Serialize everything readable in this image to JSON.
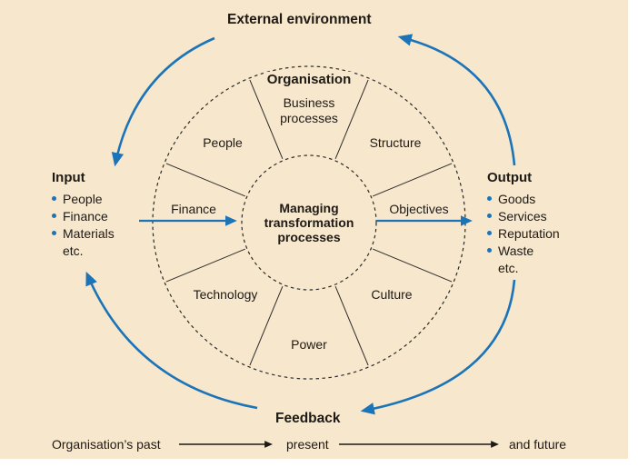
{
  "colors": {
    "background": "#F7E7CC",
    "arrow_blue": "#1B74B8",
    "line_dark": "#2b2b2b",
    "text": "#1e1a16"
  },
  "external_environment_label": "External environment",
  "feedback_label": "Feedback",
  "input": {
    "title": "Input",
    "items": [
      "People",
      "Finance",
      "Materials"
    ],
    "etc": "etc."
  },
  "output": {
    "title": "Output",
    "items": [
      "Goods",
      "Services",
      "Reputation",
      "Waste"
    ],
    "etc": "etc."
  },
  "ring": {
    "heading": "Organisation",
    "segments": {
      "business_processes": "Business\nprocesses",
      "structure": "Structure",
      "people": "People",
      "finance": "Finance",
      "objectives": "Objectives",
      "technology": "Technology",
      "culture": "Culture",
      "power": "Power"
    }
  },
  "center_label": "Managing\ntransformation\nprocesses",
  "timeline": {
    "past": "Organisation’s past",
    "present": "present",
    "future": "and future"
  }
}
